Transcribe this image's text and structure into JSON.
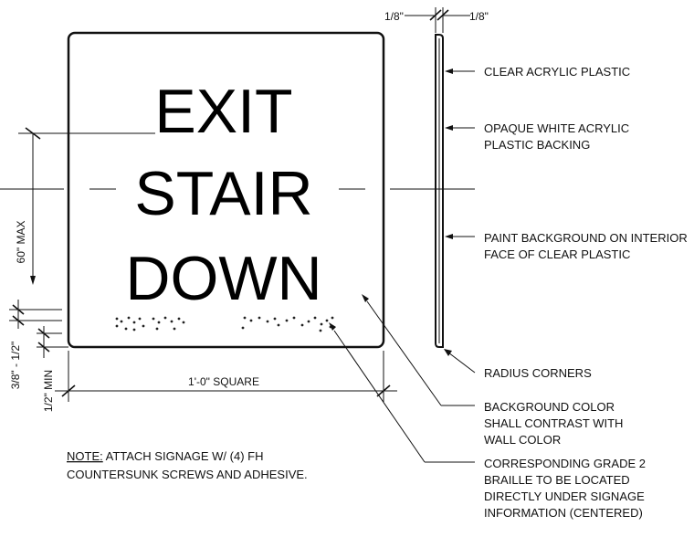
{
  "sign": {
    "line1": "EXIT",
    "line2": "STAIR",
    "line3": "DOWN"
  },
  "dimensions": {
    "thick_left": "1/8\"",
    "thick_right": "1/8\"",
    "height": "60\" MAX",
    "braille_gap": "3/8\" - 1/2\"",
    "braille_min": "1/2\" MIN",
    "width": "1'-0\" SQUARE"
  },
  "callouts": {
    "clear_acrylic": [
      "CLEAR ACRYLIC PLASTIC"
    ],
    "opaque_backing": [
      "OPAQUE WHITE ACRYLIC",
      "PLASTIC BACKING"
    ],
    "paint_background": [
      "PAINT BACKGROUND ON INTERIOR",
      "FACE OF CLEAR PLASTIC"
    ],
    "radius_corners": [
      "RADIUS CORNERS"
    ],
    "background_color": [
      "BACKGROUND COLOR",
      "SHALL CONTRAST WITH",
      "WALL COLOR"
    ],
    "braille": [
      "CORRESPONDING GRADE 2",
      "BRAILLE TO BE LOCATED",
      "DIRECTLY UNDER SIGNAGE",
      "INFORMATION (CENTERED)"
    ]
  },
  "note": {
    "label": "NOTE:",
    "line1": " ATTACH SIGNAGE W/ (4) FH",
    "line2": "COUNTERSUNK SCREWS AND ADHESIVE."
  }
}
